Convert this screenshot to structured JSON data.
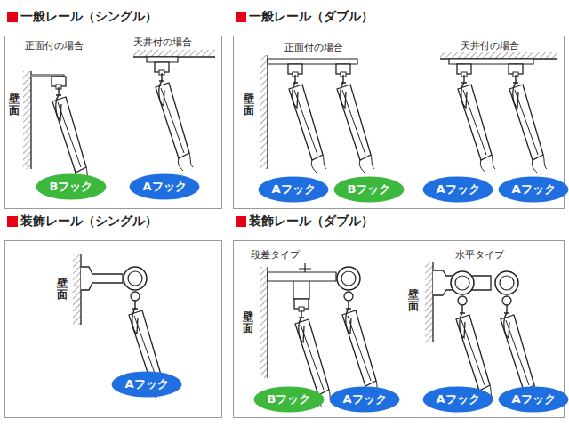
{
  "diagram": {
    "nodes": [
      {
        "text": [
          "一般レール（シングル）"
        ]
      },
      {
        "text": [
          "Bフック"
        ],
        "in": 0
      },
      {
        "text": [
          "Aフック"
        ],
        "in": 0
      },
      {
        "text": [
          "一般レール（ダブル）"
        ]
      },
      {
        "text": [
          "Aフック"
        ],
        "in": 3
      },
      {
        "text": [
          "Bフック"
        ],
        "in": 3
      },
      {
        "text": [
          "Aフック"
        ],
        "in": 3
      },
      {
        "text": [
          "Aフック"
        ],
        "in": 3
      },
      {
        "text": [
          "装飾レール（シングル）"
        ]
      },
      {
        "text": [
          "Aフック"
        ],
        "in": 8
      },
      {
        "text": [
          "装飾レール（ダブル）"
        ]
      },
      {
        "text": [
          "Bフック"
        ],
        "in": 10
      },
      {
        "text": [
          "Aフック"
        ],
        "in": 10
      },
      {
        "text": [
          "Aフック"
        ],
        "in": 10
      },
      {
        "text": [
          "Aフック"
        ],
        "in": 10
      }
    ],
    "labels": [
      "正面付の場合",
      "天井付の場合",
      "壁面",
      "正面付の場合",
      "天井付の場合",
      "壁面",
      "壁面",
      "段差タイプ",
      "水平タイプ",
      "壁面",
      "壁面"
    ]
  }
}
